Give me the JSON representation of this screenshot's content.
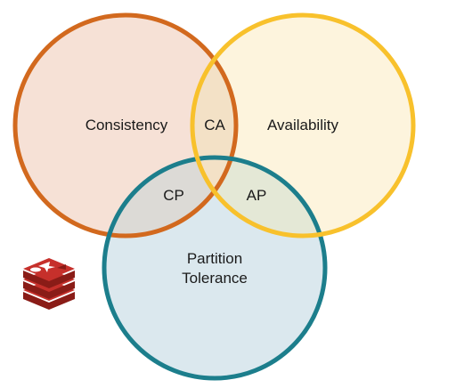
{
  "diagram": {
    "type": "venn",
    "sets": [
      {
        "id": "consistency",
        "label": "Consistency",
        "stroke": "#d2691e",
        "fill": "#f6e1d6"
      },
      {
        "id": "availability",
        "label": "Availability",
        "stroke": "#f8c12c",
        "fill": "#fdf4dd"
      },
      {
        "id": "partition",
        "label": [
          "Partition",
          "Tolerance"
        ],
        "stroke": "#1c7e8c",
        "fill": "#dbe8ee"
      }
    ],
    "intersections": {
      "ca": "CA",
      "cp": "CP",
      "ap": "AP"
    },
    "overlap_fills": {
      "ca": "#f3e1c6",
      "cp": "#dcdad6",
      "ap": "#e4e8d6"
    }
  },
  "logo": {
    "name": "redis-logo",
    "colors": {
      "primary": "#c6302b",
      "dark": "#8a1c17",
      "light": "#ffffff"
    }
  }
}
